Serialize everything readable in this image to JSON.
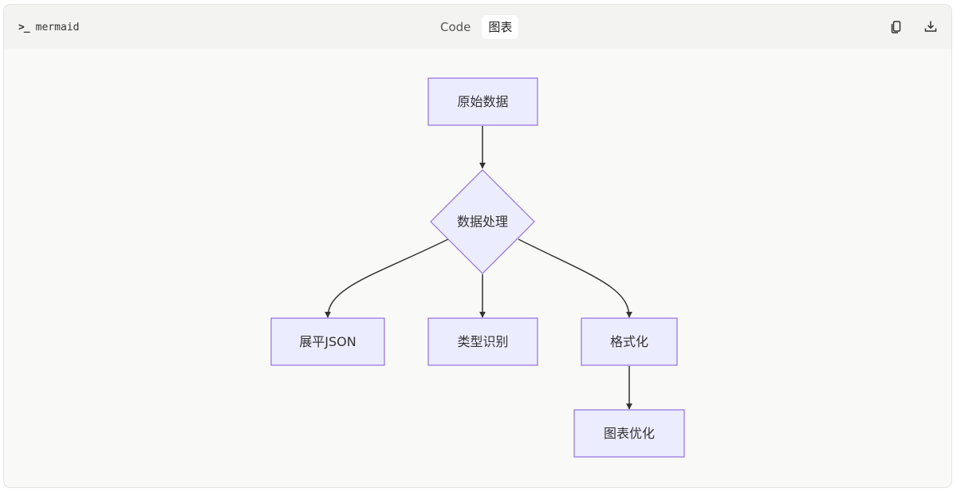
{
  "header": {
    "language_icon": "terminal-prompt-icon",
    "language_label": "mermaid",
    "tabs": [
      {
        "label": "Code",
        "active": false
      },
      {
        "label": "图表",
        "active": true
      }
    ],
    "actions": [
      {
        "name": "copy-icon"
      },
      {
        "name": "download-icon"
      }
    ]
  },
  "diagram": {
    "type": "flowchart",
    "colors": {
      "node_fill": "#ececff",
      "node_stroke": "#9370db",
      "edge": "#333333",
      "text": "#333333"
    },
    "nodes": [
      {
        "id": "raw",
        "label": "原始数据",
        "shape": "rect"
      },
      {
        "id": "proc",
        "label": "数据处理",
        "shape": "diamond"
      },
      {
        "id": "flat",
        "label": "展平JSON",
        "shape": "rect"
      },
      {
        "id": "type",
        "label": "类型识别",
        "shape": "rect"
      },
      {
        "id": "fmt",
        "label": "格式化",
        "shape": "rect"
      },
      {
        "id": "opt",
        "label": "图表优化",
        "shape": "rect"
      }
    ],
    "edges": [
      {
        "from": "raw",
        "to": "proc"
      },
      {
        "from": "proc",
        "to": "flat"
      },
      {
        "from": "proc",
        "to": "type"
      },
      {
        "from": "proc",
        "to": "fmt"
      },
      {
        "from": "fmt",
        "to": "opt"
      }
    ]
  }
}
